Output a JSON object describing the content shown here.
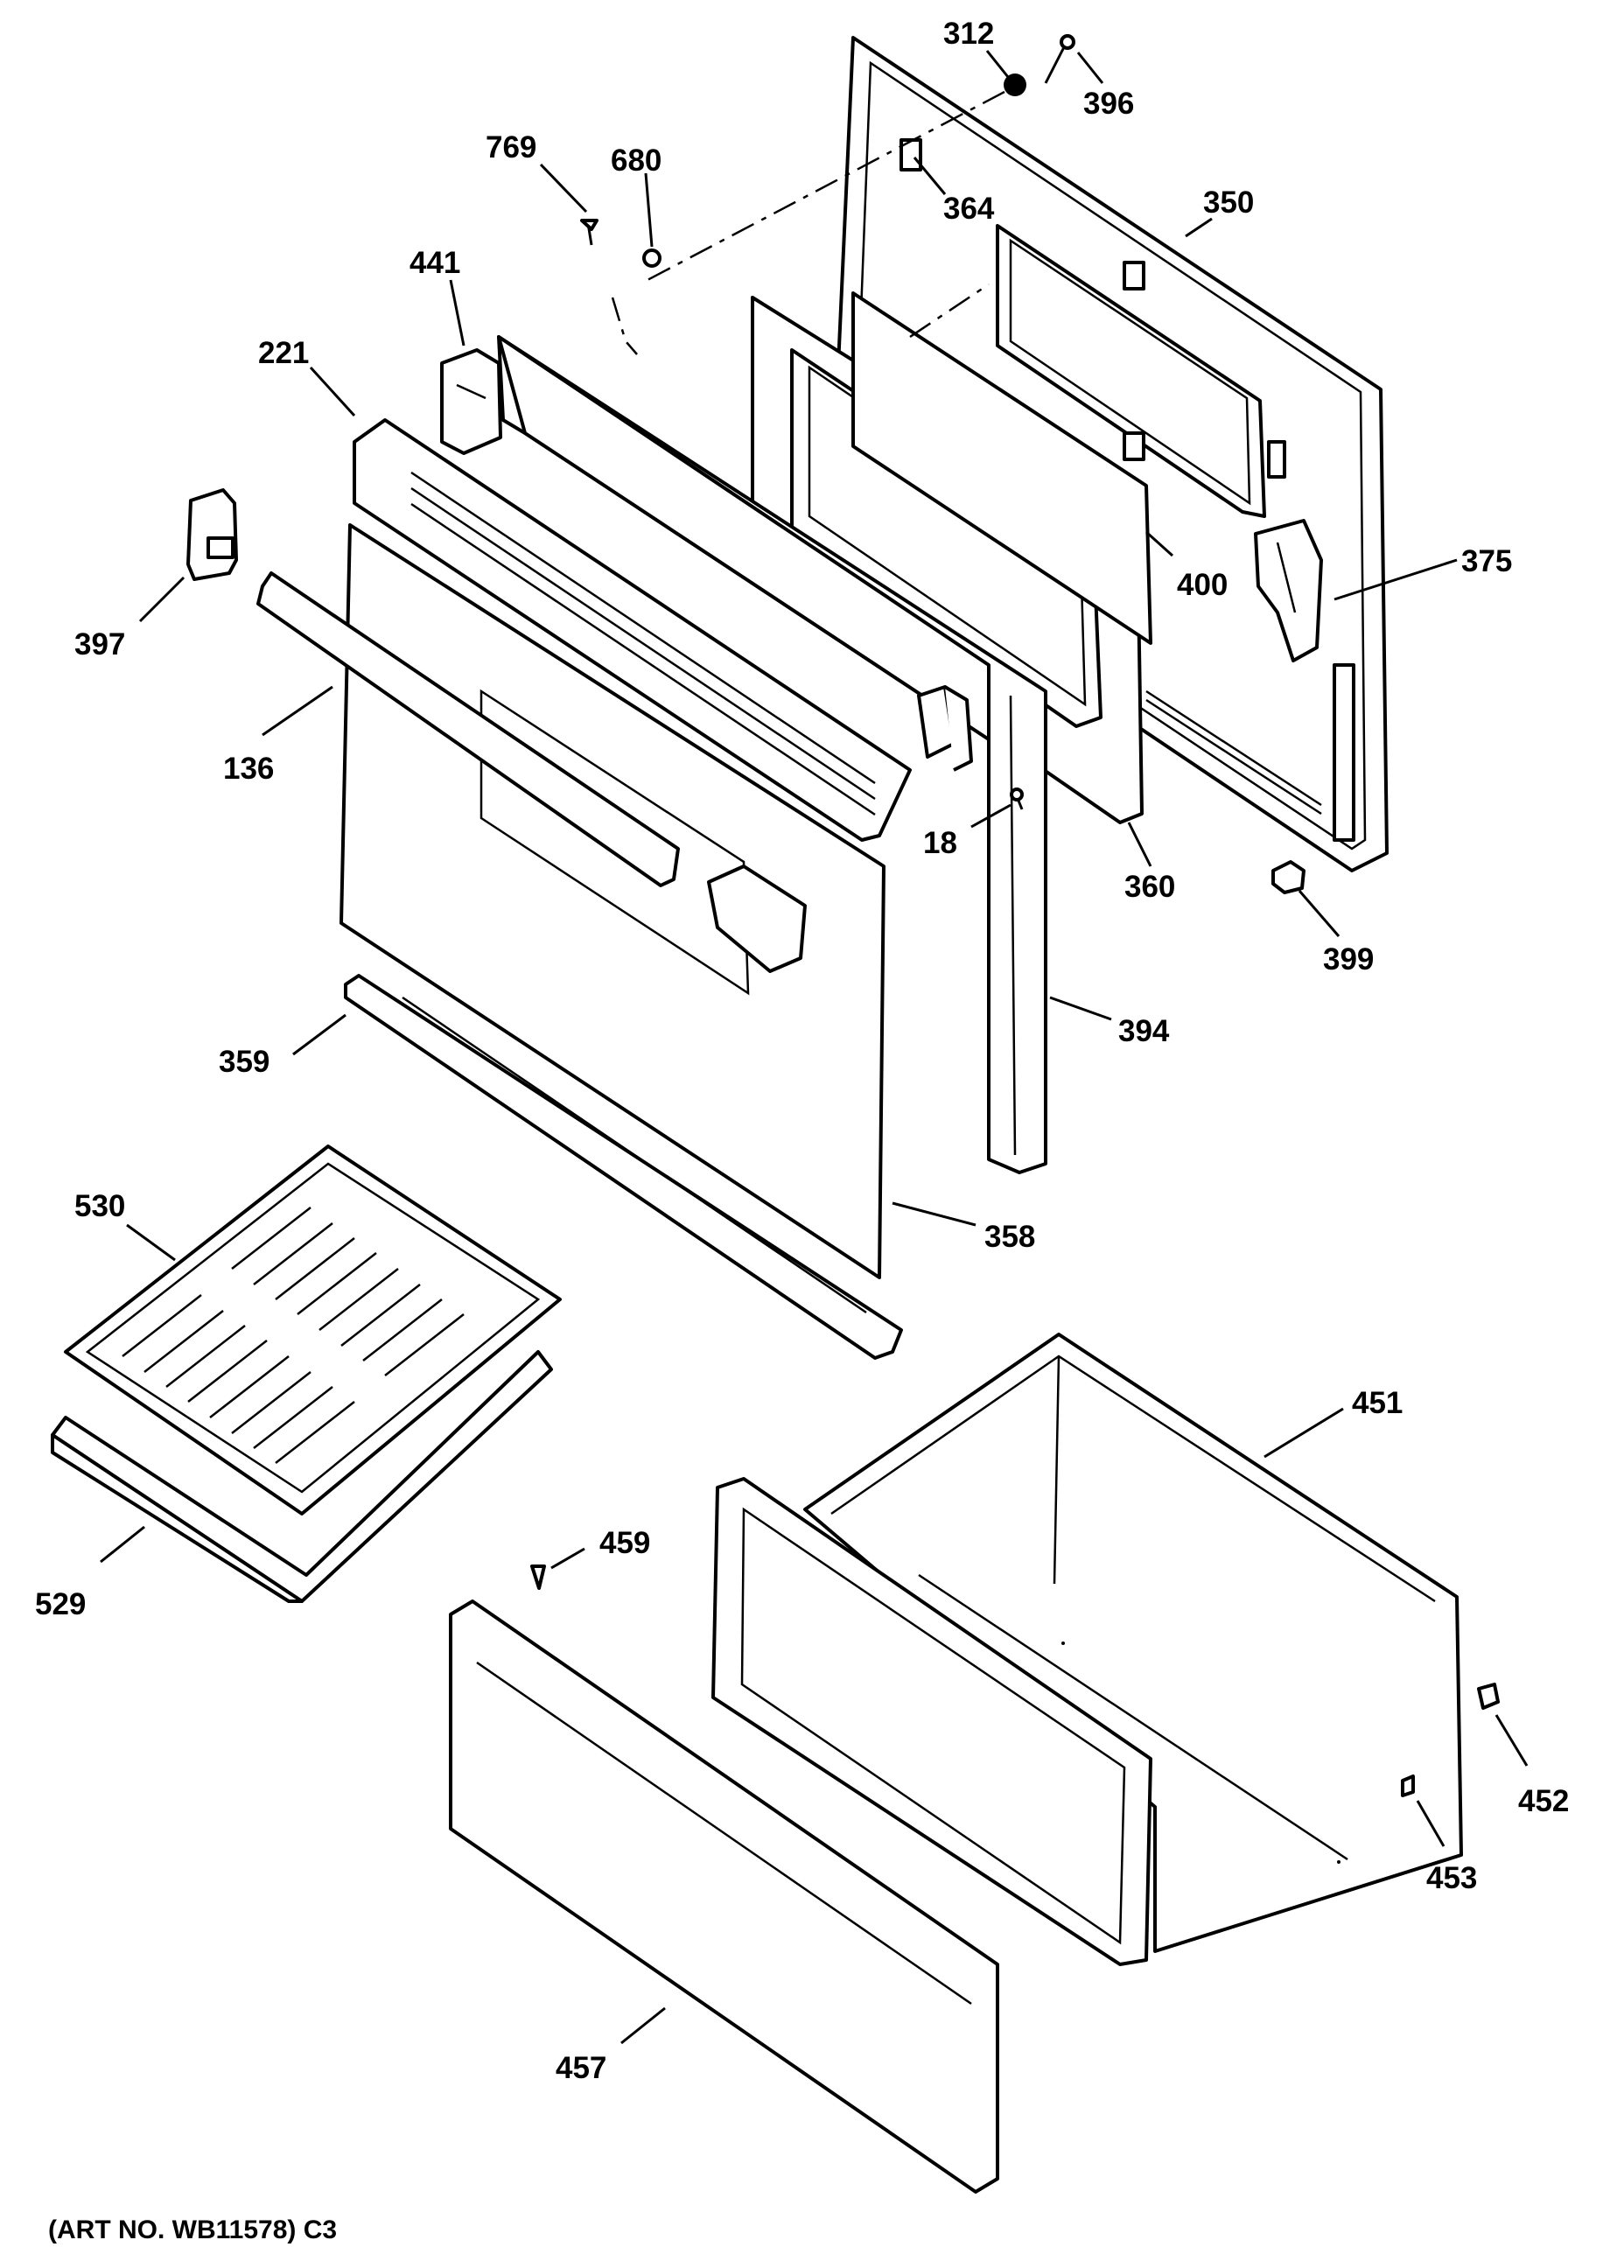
{
  "diagram": {
    "labels": [
      "312",
      "396",
      "769",
      "680",
      "364",
      "350",
      "441",
      "221",
      "400",
      "375",
      "397",
      "136",
      "18",
      "360",
      "399",
      "394",
      "359",
      "530",
      "358",
      "451",
      "459",
      "529",
      "452",
      "453",
      "457"
    ],
    "art_number": "(ART NO. WB11578) C3"
  }
}
